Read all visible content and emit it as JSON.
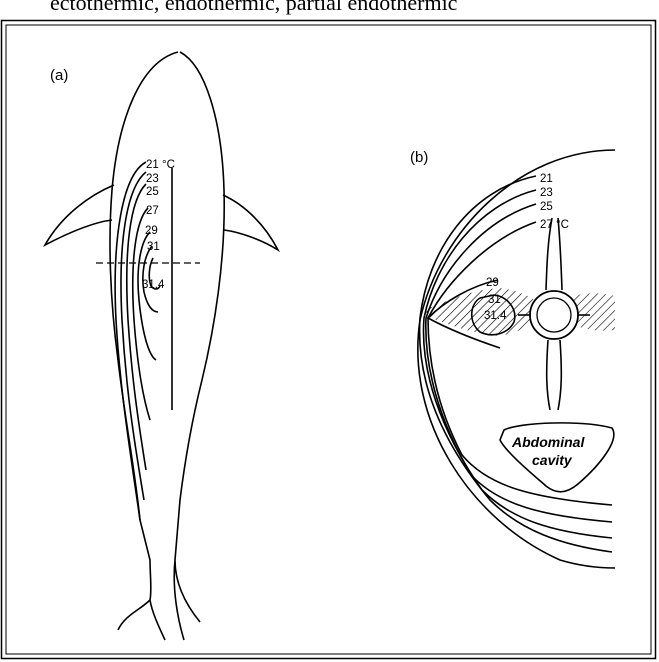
{
  "caption": "ectothermic, endothermic, partial endothermic",
  "panel_a": {
    "label": "(a)",
    "isotherms": [
      "21 °C",
      "23",
      "25",
      "27",
      "29",
      "31",
      "31.4"
    ]
  },
  "panel_b": {
    "label": "(b)",
    "isotherms": [
      "21",
      "23",
      "25",
      "27 °C",
      "29",
      "31",
      "31.4"
    ],
    "cavity_label_1": "Abdominal",
    "cavity_label_2": "cavity"
  }
}
